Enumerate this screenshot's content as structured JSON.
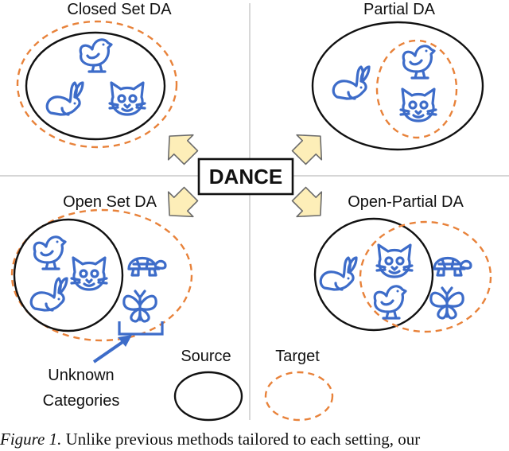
{
  "quadrants": {
    "closed_set": "Closed Set DA",
    "partial": "Partial DA",
    "open_set": "Open Set DA",
    "open_partial": "Open-Partial DA"
  },
  "center_label": "DANCE",
  "legend": {
    "source": "Source",
    "target": "Target"
  },
  "unknown_label": {
    "line1": "Unknown",
    "line2": "Categories"
  },
  "caption": {
    "fig": "Figure 1.",
    "text": " Unlike previous methods tailored to each setting, our"
  },
  "colors": {
    "icon": "#3d6cc9",
    "target_dash": "#e8823a",
    "arrow_fill": "#fdeeb8",
    "source": "#111111"
  }
}
